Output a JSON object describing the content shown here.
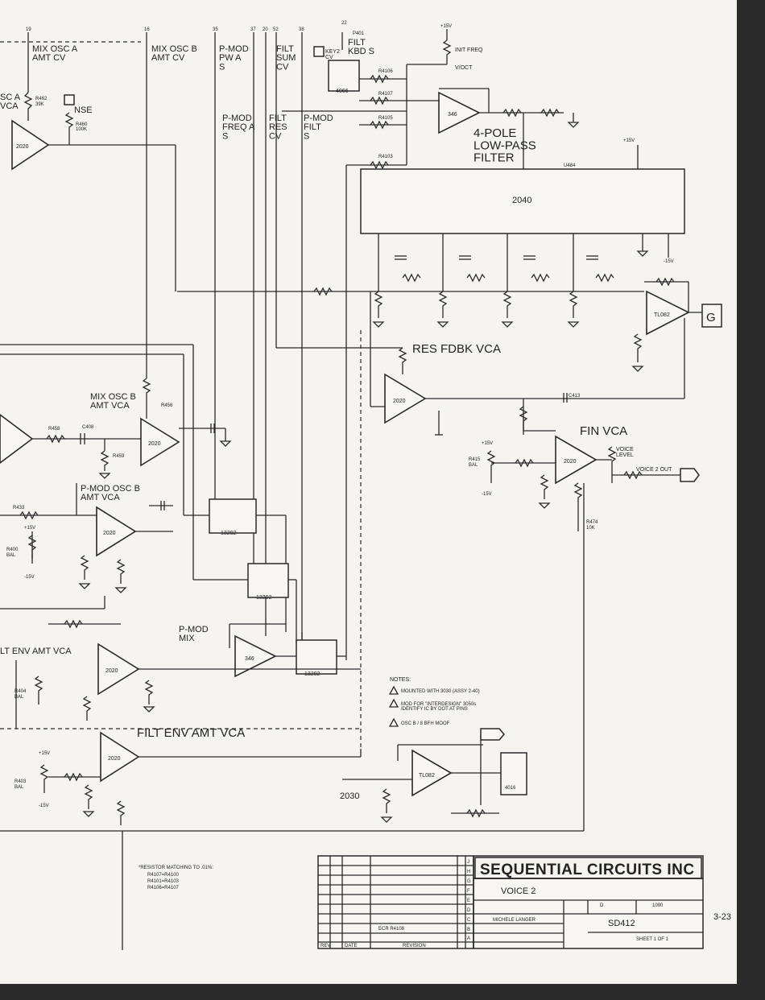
{
  "colors": {
    "paper": "#f5f4ef",
    "ink": "#222222",
    "edge": "#2b2b2b"
  },
  "signals": {
    "mix_osc_a_amt_cv": "MIX OSC A\nAMT CV",
    "mix_osc_b_amt_cv": "MIX OSC B\nAMT CV",
    "pmod_pw_a": "P-MOD\nPW A\nS",
    "pmod_freq_a": "P-MOD\nFREQ A\nS",
    "filt_sum_cv": "FILT\nSUM\nCV",
    "filt_res_cv": "FILT\nRES\nCV",
    "pmod_filt": "P-MOD\nFILT\nS",
    "filt_kbd_s": "FILT\nKBD S",
    "key2_cv": "KEY2\nCV",
    "init_freq": "INIT FREQ",
    "voct": "V/OCT",
    "nse": "NSE",
    "osc_a_vca_frag": "SC A\nVCA",
    "plus15v": "+15V",
    "minus15v": "-15V",
    "pin_top": [
      "19",
      "16",
      "35",
      "37",
      "20",
      "52",
      "38",
      "22",
      "P401"
    ]
  },
  "blocks": {
    "four_pole": "4-POLE\nLOW-PASS\nFILTER",
    "chip_2040": "2040",
    "chip_2040_ref": "U484",
    "res_fdbk_vca": "RES FDBK VCA",
    "mix_osc_b_amt_vca": "MIX OSC B\nAMT VCA",
    "pmod_osc_b_amt_vca": "P-MOD OSC B\nAMT VCA",
    "pmod_mix": "P-MOD\nMIX",
    "filt_env_amt_vca_left": "LT ENV AMT VCA",
    "filt_env_amt_vca": "FILT ENV AMT VCA",
    "fin_vca": "FIN VCA",
    "voice_level": "VOICE\nLEVEL",
    "voice_2_out": "VOICE 2 OUT",
    "output_label": "G",
    "tl082": "TL082",
    "chip_4066": "4066",
    "chip_13202": "13202",
    "chip_346": "346",
    "chip_2020": "2020",
    "chip_2030": "2030",
    "chip_4016": "4016"
  },
  "notes": {
    "title": "NOTES:",
    "items": [
      "MOUNTED WITH 3030 (ASSY 2-40)",
      "MOD FOR \"INTERDESIGN\" 3050s\nIDENTIFY IC BY DOT AT PINS",
      "OSC B / 8 BFH MOOF"
    ]
  },
  "resistor_matching": {
    "heading": "*RESISTOR MATCHING TO .01%:",
    "lines": [
      "R4107=R4100",
      "R4101=R4103",
      "R4106=R4107"
    ]
  },
  "title_block": {
    "company": "SEQUENTIAL CIRCUITS INC",
    "title": "VOICE 2",
    "size": "D",
    "doc_number": "SD412",
    "sheet": "SHEET 1 OF 1",
    "drawn_by": "MICHELE LANGER",
    "code": "1090",
    "rev_labels": [
      "REV",
      "DATE",
      "REVISION"
    ],
    "rev_letters": [
      "J",
      "H",
      "G",
      "F",
      "E",
      "D",
      "C",
      "B",
      "A"
    ],
    "rev_entry": "ECR R4108"
  },
  "page_number": "3-23"
}
